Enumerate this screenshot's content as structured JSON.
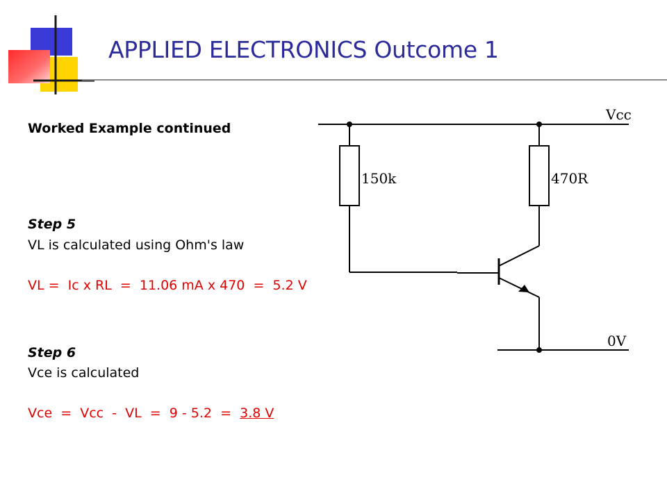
{
  "header": {
    "title": "APPLIED ELECTRONICS Outcome 1"
  },
  "brand_colors": {
    "title": "#2b2b9a",
    "logo_blue": "#3a3ad8",
    "logo_red": "#ff3b3b",
    "logo_yellow": "#ffd400",
    "formula_red": "#e00000"
  },
  "content": {
    "heading": "Worked Example continued",
    "step5": {
      "label": "Step 5",
      "text": "VL is calculated using Ohm's law",
      "formula": "VL =  Ic x RL  =  11.06 mA x 470  =  5.2 V"
    },
    "step6": {
      "label": "Step 6",
      "text": "Vce is calculated",
      "formula_prefix": "Vce  =  Vcc  -  VL  =  9 - 5.2  =  ",
      "formula_answer": "3.8 V"
    }
  },
  "circuit": {
    "supply_label": "Vcc",
    "ground_label": "0V",
    "resistor_base": "150k",
    "resistor_collector": "470R"
  }
}
